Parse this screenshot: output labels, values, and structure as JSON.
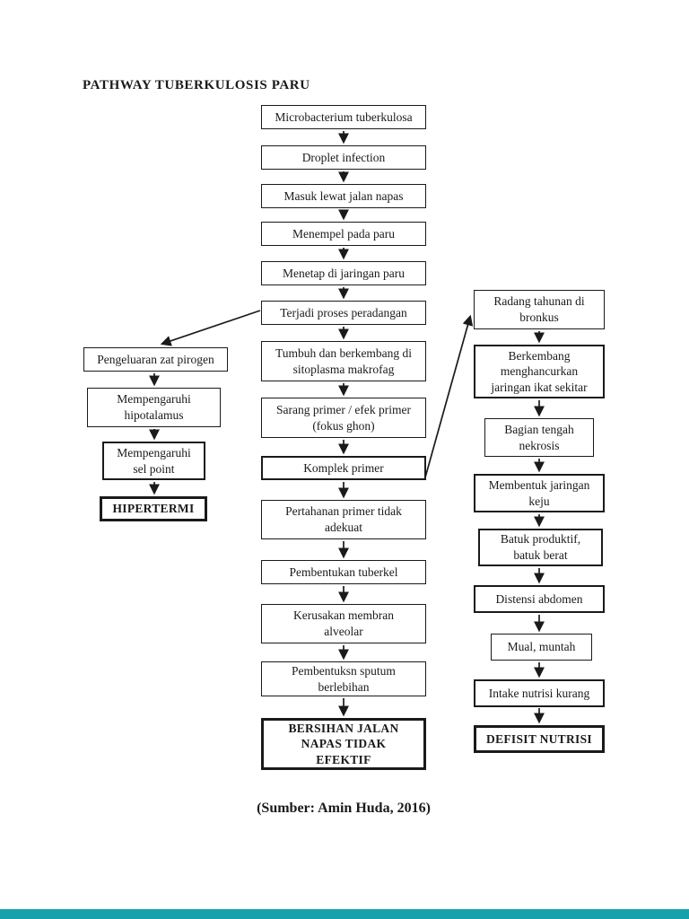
{
  "page": {
    "title": "PATHWAY TUBERKULOSIS PARU",
    "caption": "(Sumber: Amin Huda, 2016)"
  },
  "colors": {
    "background": "#ffffff",
    "box_border": "#1a1a1a",
    "text": "#1a1a1a",
    "viewer_edge_bar": "#17a1ad"
  },
  "diagram": {
    "center_column": [
      {
        "label": "Microbacterium tuberkulosa"
      },
      {
        "label": "Droplet infection"
      },
      {
        "label": "Masuk lewat jalan napas"
      },
      {
        "label": "Menempel pada paru"
      },
      {
        "label": "Menetap di jaringan paru"
      },
      {
        "label": "Terjadi proses peradangan"
      },
      {
        "label": "Tumbuh dan berkembang di\nsitoplasma makrofag"
      },
      {
        "label": "Sarang primer / efek primer\n(fokus ghon)"
      },
      {
        "label": "Komplek primer"
      },
      {
        "label": "Pertahanan primer tidak\nadekuat"
      },
      {
        "label": "Pembentukan tuberkel"
      },
      {
        "label": "Kerusakan membran\nalveolar"
      },
      {
        "label": "Pembentuksn sputum\nberlebihan"
      },
      {
        "label": "BERSIHAN JALAN\nNAPAS TIDAK\nEFEKTIF"
      }
    ],
    "left_branch": [
      {
        "label": "Pengeluaran zat pirogen"
      },
      {
        "label": "Mempengaruhi\nhipotalamus"
      },
      {
        "label": "Mempengaruhi\nsel point"
      },
      {
        "label": "HIPERTERMI"
      }
    ],
    "right_branch": [
      {
        "label": "Radang tahunan di\nbronkus"
      },
      {
        "label": "Berkembang\nmenghancurkan\njaringan ikat sekitar"
      },
      {
        "label": "Bagian tengah\nnekrosis"
      },
      {
        "label": "Membentuk jaringan\nkeju"
      },
      {
        "label": "Batuk produktif,\nbatuk berat"
      },
      {
        "label": "Distensi abdomen"
      },
      {
        "label": "Mual, muntah"
      },
      {
        "label": "Intake nutrisi kurang"
      },
      {
        "label": "DEFISIT NUTRISI"
      }
    ]
  }
}
